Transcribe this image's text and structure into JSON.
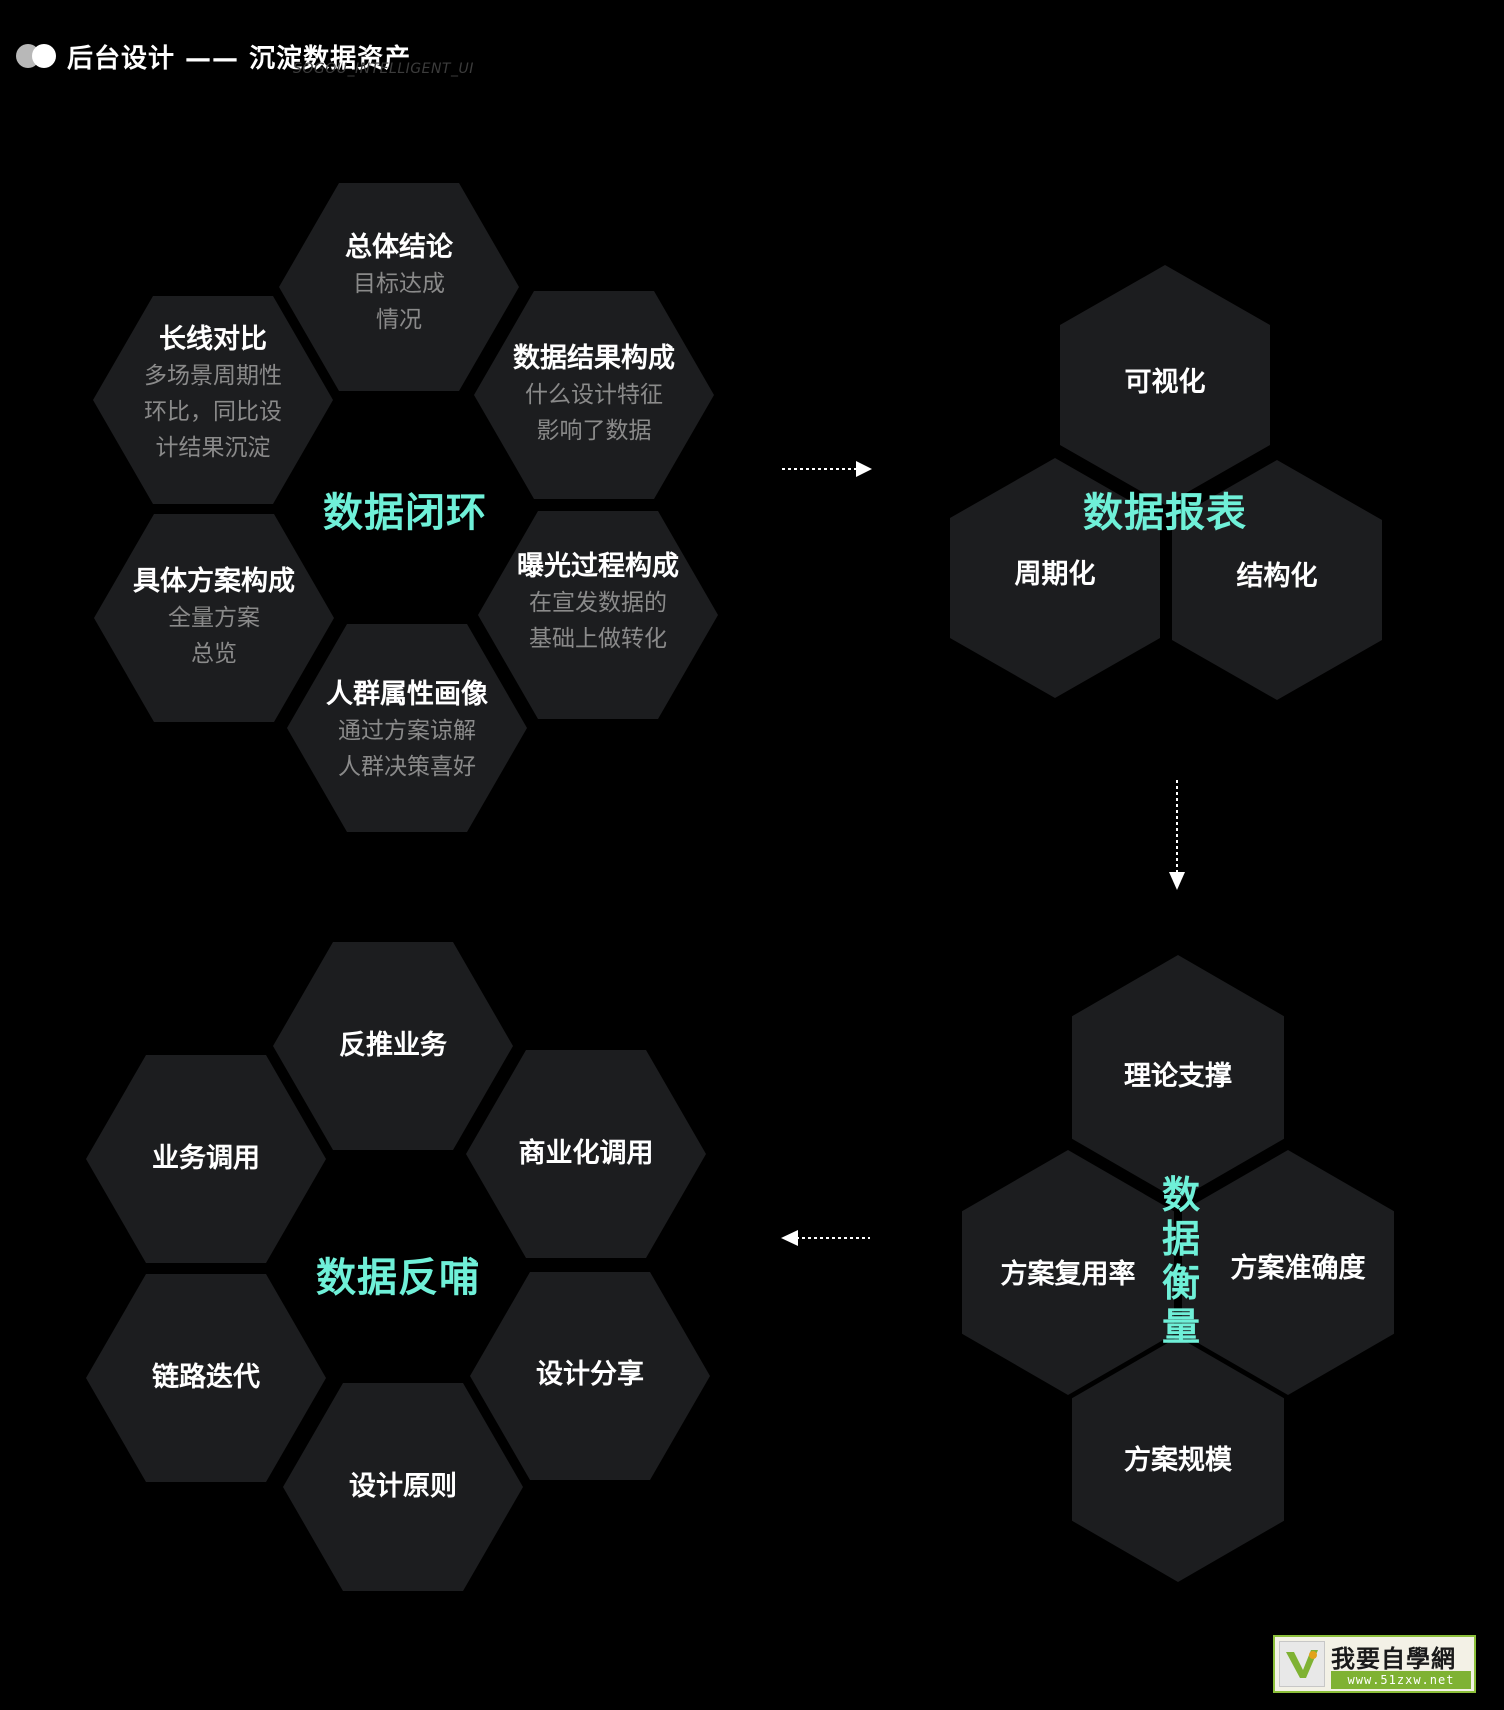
{
  "header": {
    "title": "后台设计 —— 沉淀数据资产",
    "watermark": "SOGOU_INTELLIGENT_UI"
  },
  "colors": {
    "background": "#000000",
    "hex_fill": "#1c1d1f",
    "accent": "#6ff0d8",
    "title_text": "#ffffff",
    "sub_text": "#8a8a8a"
  },
  "closed_loop": {
    "center": "数据闭环",
    "nodes": [
      {
        "title": "总体结论",
        "sub": [
          "目标达成",
          "情况"
        ]
      },
      {
        "title": "长线对比",
        "sub": [
          "多场景周期性",
          "环比，同比设",
          "计结果沉淀"
        ]
      },
      {
        "title": "数据结果构成",
        "sub": [
          "什么设计特征",
          "影响了数据"
        ]
      },
      {
        "title": "具体方案构成",
        "sub": [
          "全量方案",
          "总览"
        ]
      },
      {
        "title": "曝光过程构成",
        "sub": [
          "在宣发数据的",
          "基础上做转化"
        ]
      },
      {
        "title": "人群属性画像",
        "sub": [
          "通过方案谅解",
          "人群决策喜好"
        ]
      }
    ]
  },
  "report": {
    "center": "数据报表",
    "nodes": [
      "可视化",
      "周期化",
      "结构化"
    ]
  },
  "measure": {
    "center": "数据衡量",
    "nodes": [
      "理论支撑",
      "方案复用率",
      "方案准确度",
      "方案规模"
    ]
  },
  "feedback": {
    "center": "数据反哺",
    "nodes": [
      "反推业务",
      "业务调用",
      "商业化调用",
      "链路迭代",
      "设计分享",
      "设计原则"
    ]
  },
  "logo": {
    "text": "我要自學網",
    "url": "www.51zxw.net"
  }
}
